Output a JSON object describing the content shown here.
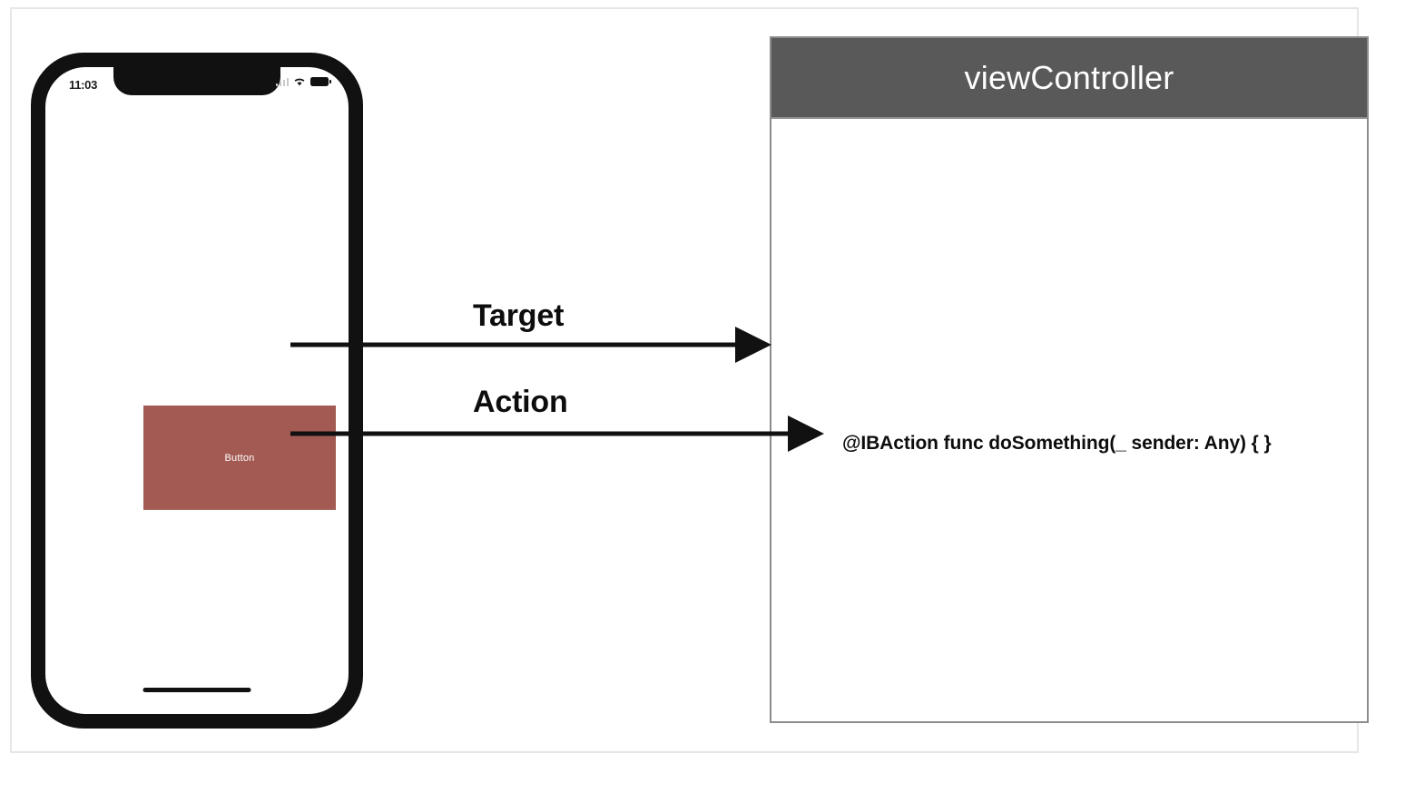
{
  "diagram": {
    "title_hidden": "",
    "colors": {
      "button_fill": "#a35a52",
      "vc_header_bg": "#595959",
      "vc_border": "#8c8c8c",
      "arrow_stroke": "#111111",
      "canvas_border": "#e6e6e6",
      "phone_frame": "#111111"
    }
  },
  "phone": {
    "status_bar": {
      "time": "11:03",
      "signal_icon": "cellular-signal-icon",
      "wifi_icon": "wifi-icon",
      "battery_icon": "battery-full-icon"
    },
    "button": {
      "label": "Button"
    },
    "home_indicator": "home-indicator"
  },
  "view_controller": {
    "title": "viewController",
    "code_line": "@IBAction func doSomething(_ sender: Any) { }"
  },
  "connections": [
    {
      "label": "Target"
    },
    {
      "label": "Action"
    }
  ]
}
